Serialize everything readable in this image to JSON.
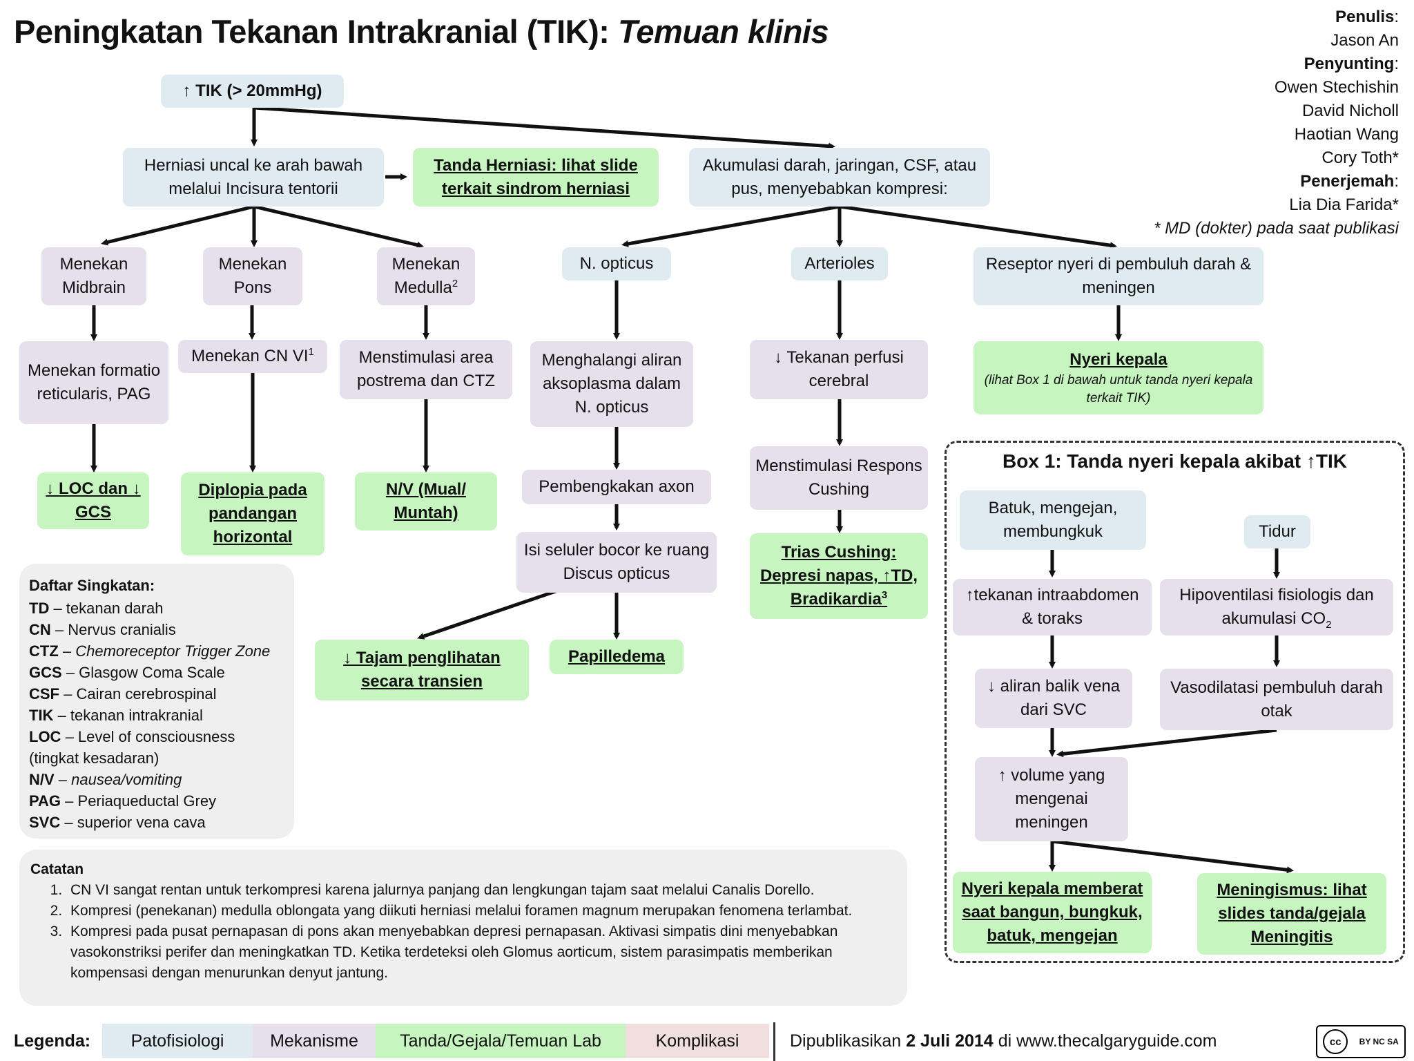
{
  "title": {
    "main": "Peningkatan Tekanan Intrakranial (TIK):",
    "italic": "Temuan klinis"
  },
  "credits": {
    "author_label": "Penulis",
    "author": "Jason An",
    "editor_label": "Penyunting",
    "editors": [
      "Owen Stechishin",
      "David Nicholl",
      "Haotian Wang",
      "Cory Toth*"
    ],
    "translator_label": "Penerjemah",
    "translator": "Lia Dia Farida*",
    "note": "* MD (dokter) pada saat publikasi"
  },
  "nodes": {
    "tik": "↑ TIK (> 20mmHg)",
    "herniasi": "Herniasi uncal ke arah bawah melalui Incisura tentorii",
    "tanda_herniasi": "Tanda Herniasi: lihat slide terkait sindrom herniasi",
    "akumulasi": "Akumulasi darah, jaringan, CSF, atau pus, menyebabkan kompresi:",
    "midbrain": "Menekan Midbrain",
    "pons": "Menekan Pons",
    "medulla": "Menekan Medulla",
    "medulla_sup": "2",
    "formatio": "Menekan formatio reticularis, PAG",
    "cn6": "Menekan CN VI",
    "cn6_sup": "1",
    "postrema": "Menstimulasi area postrema dan  CTZ",
    "loc": "↓ LOC dan ↓ GCS",
    "diplopia": "Diplopia pada pandangan horizontal",
    "nv": "N/V (Mual/ Muntah)",
    "opticus": "N. opticus",
    "arterioles": "Arterioles",
    "reseptor": "Reseptor nyeri di pembuluh darah & meningen",
    "menghalangi": "Menghalangi aliran aksoplasma dalam N. opticus",
    "pembengkakan": "Pembengkakan axon",
    "isi": "Isi seluler bocor ke ruang Discus opticus",
    "tajam": "↓ Tajam penglihatan secara transien",
    "papilledema": "Papilledema",
    "perfusi": "↓ Tekanan perfusi cerebral",
    "cushing_resp": "Menstimulasi Respons Cushing",
    "trias": "Trias Cushing: Depresi napas, ↑TD, Bradikardia",
    "trias_sup": "3",
    "nyeri": "Nyeri kepala",
    "nyeri_sub": "(lihat Box 1 di bawah untuk tanda nyeri kepala terkait TIK)"
  },
  "box1": {
    "title": "Box 1: Tanda nyeri kepala akibat ↑TIK",
    "batuk": "Batuk, mengejan, membungkuk",
    "tidur": "Tidur",
    "intra": "↑tekanan intraabdomen & toraks",
    "hipo": "Hipoventilasi fisiologis dan akumulasi CO",
    "hipo_sub": "2",
    "aliran": "↓ aliran balik vena dari SVC",
    "vaso": "Vasodilatasi pembuluh darah otak",
    "volume": "↑ volume yang mengenai meningen",
    "memberat": "Nyeri kepala memberat saat bangun, bungkuk, batuk, mengejan",
    "meningismus": "Meningismus: lihat slides tanda/gejala Meningitis"
  },
  "abbreviations": {
    "title": "Daftar Singkatan:",
    "items": [
      {
        "abbr": "TD",
        "def": "tekanan darah"
      },
      {
        "abbr": "CN",
        "def": "Nervus cranialis"
      },
      {
        "abbr": "CTZ",
        "def": "Chemoreceptor Trigger Zone"
      },
      {
        "abbr": "GCS",
        "def": "Glasgow Coma Scale"
      },
      {
        "abbr": "CSF",
        "def": "Cairan cerebrospinal"
      },
      {
        "abbr": "TIK",
        "def": "tekanan intrakranial"
      },
      {
        "abbr": "LOC",
        "def": "Level of consciousness (tingkat kesadaran)"
      },
      {
        "abbr": "N/V",
        "def": "nausea/vomiting"
      },
      {
        "abbr": "PAG",
        "def": "Periaqueductal Grey"
      },
      {
        "abbr": "SVC",
        "def": "superior vena cava"
      }
    ]
  },
  "notes": {
    "title": "Catatan",
    "items": [
      "CN VI sangat rentan untuk terkompresi karena jalurnya panjang dan lengkungan tajam saat melalui Canalis Dorello.",
      "Kompresi (penekanan) medulla oblongata yang diikuti herniasi melalui foramen magnum merupakan fenomena terlambat.",
      "Kompresi pada pusat pernapasan di pons akan menyebabkan depresi pernapasan. Aktivasi simpatis dini menyebabkan vasokonstriksi perifer dan meningkatkan TD. Ketika terdeteksi oleh Glomus aorticum, sistem parasimpatis memberikan kompensasi dengan menurunkan denyut jantung."
    ]
  },
  "legend": {
    "label": "Legenda:",
    "items": [
      {
        "label": "Patofisiologi",
        "color": "#dfeaf1"
      },
      {
        "label": "Mekanisme",
        "color": "#e5e0ec"
      },
      {
        "label": "Tanda/Gejala/Temuan Lab",
        "color": "#c6f5bf"
      },
      {
        "label": "Komplikasi",
        "color": "#f1dfdf"
      }
    ],
    "published_prefix": "Dipublikasikan ",
    "published_date": "2 Juli 2014",
    "published_suffix": " di www.thecalgaryguide.com",
    "license": "BY NC SA"
  }
}
